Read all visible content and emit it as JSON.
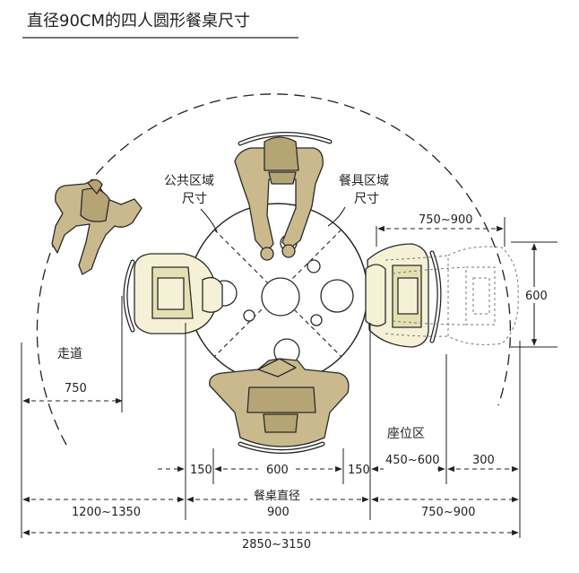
{
  "title": "直径90CM的四人圆形餐桌尺寸",
  "labels": {
    "public_area_l1": "公共区域",
    "public_area_l2": "尺寸",
    "tableware_area_l1": "餐具区域",
    "tableware_area_l2": "尺寸",
    "walkway": "走道",
    "seat_area": "座位区",
    "table_diameter": "餐桌直径"
  },
  "dimensions": {
    "walkway_width": "750",
    "chair_depth_top": "750~900",
    "chair_width_side": "600",
    "margin_left": "150",
    "seat_width": "600",
    "margin_right": "150",
    "seat_depth": "450~600",
    "pull_out": "300",
    "left_total": "1200~1350",
    "table": "900",
    "right_total": "750~900",
    "overall": "2850~3150"
  },
  "colors": {
    "figure": "#c9b98d",
    "figure_shade": "#b6a574",
    "chair": "#f4f1d6",
    "line": "#222222"
  }
}
